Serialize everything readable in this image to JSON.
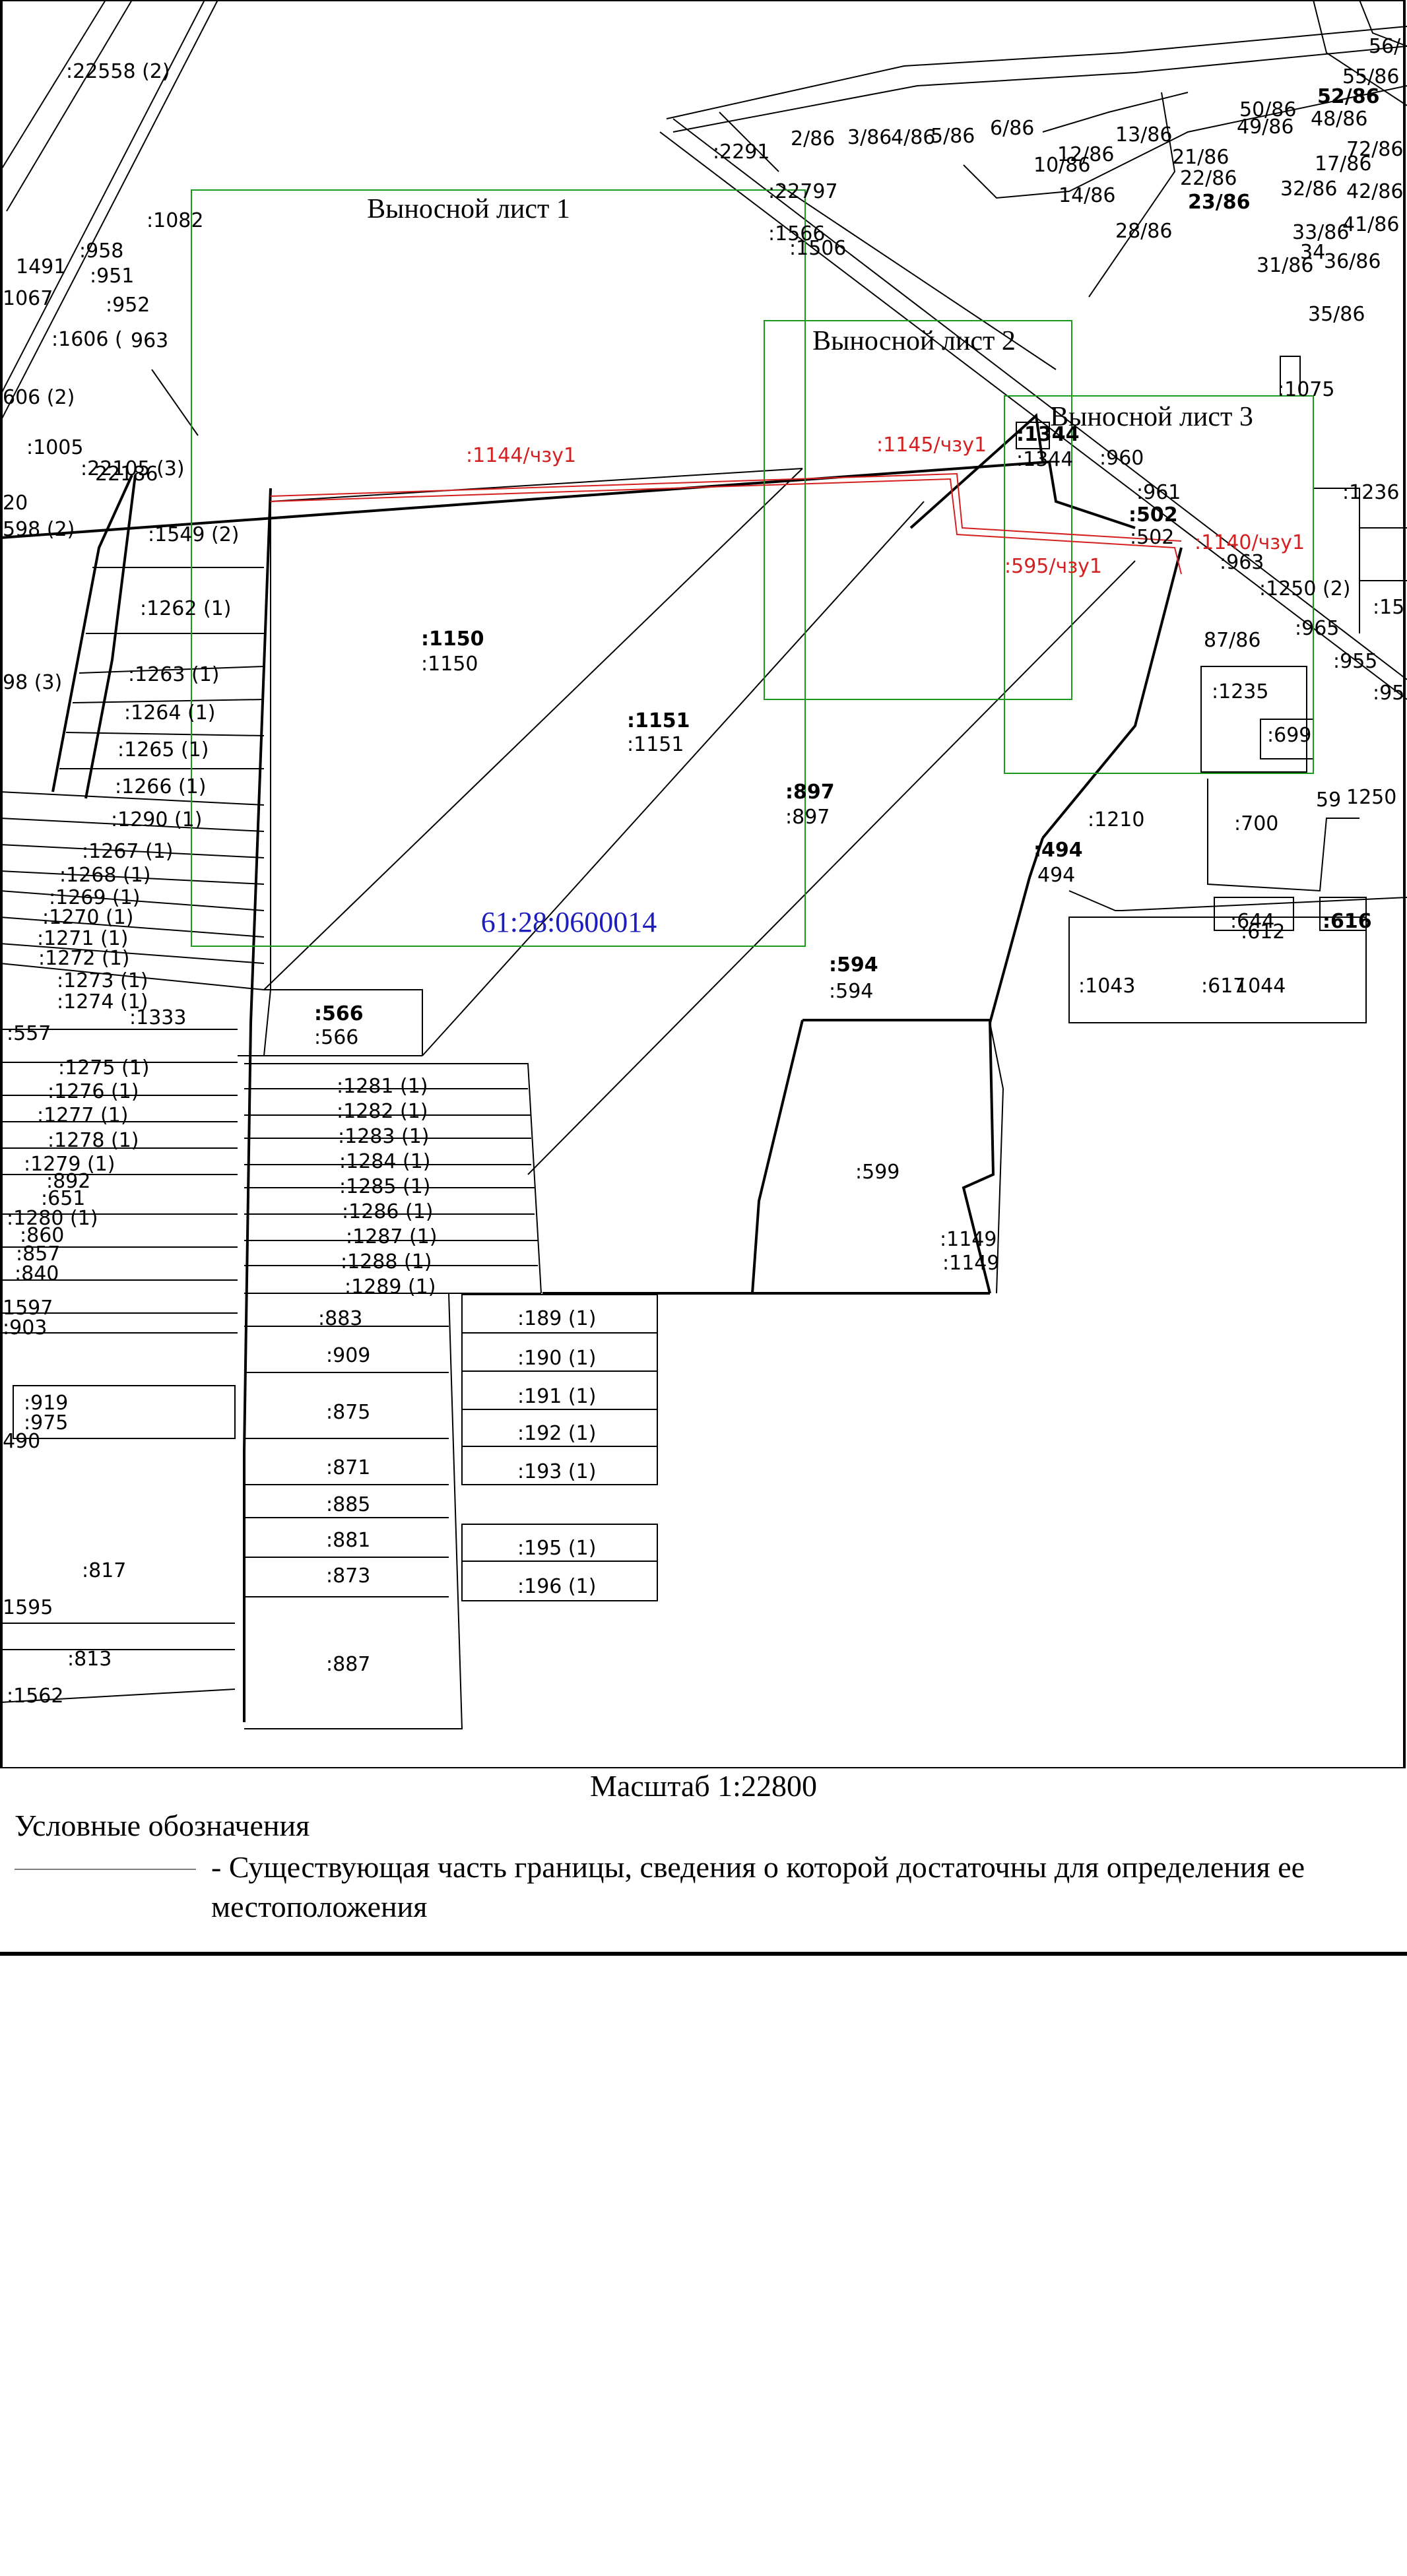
{
  "map": {
    "accent": "#1e1ebd",
    "cadastral_block": "61:28:0600014",
    "insets": {
      "sheet1": "Выносной лист 1",
      "sheet2": "Выносной лист 2",
      "sheet3": "Выносной лист 3"
    },
    "red_labels": {
      "l1144": ":1144/чзу1",
      "l1145": ":1145/чзу1",
      "l595": ":595/чзу1",
      "l1140": ":1140/чзу1"
    },
    "parcels": {
      "p1150a": ":1150",
      "p1150b": ":1150",
      "p1151a": ":1151",
      "p1151b": ":1151",
      "p897a": ":897",
      "p897b": ":897",
      "p594a": ":594",
      "p594b": ":594",
      "p566a": ":566",
      "p566b": ":566",
      "p599": ":599",
      "p1149a": ":1149",
      "p1149b": ":1149",
      "p1082": ":1082",
      "p22558": ":22558 (2)",
      "p1549": ":1549 (2)",
      "p1262": ":1262 (1)",
      "p1263": ":1263 (1)",
      "p1264": ":1264 (1)",
      "p1265": ":1265 (1)",
      "p1266": ":1266 (1)",
      "p1290": ":1290 (1)",
      "p1267": ":1267 (1)",
      "p1268": ":1268 (1)",
      "p1269": ":1269 (1)",
      "p1270": ":1270 (1)",
      "p1271": ":1271 (1)",
      "p1272": ":1272 (1)",
      "p1273": ":1273 (1)",
      "p1274": ":1274 (1)",
      "p1333": ":1333",
      "p557": ":557",
      "p1275": ":1275 (1)",
      "p1276": ":1276 (1)",
      "p1277": ":1277 (1)",
      "p1278": ":1278 (1)",
      "p1279": ":1279 (1)",
      "p892": ":892",
      "p651": ":651",
      "p1280": ":1280 (1)",
      "p860": ":860",
      "p857": ":857",
      "p840": ":840",
      "p1597": "1597",
      "p903": ":903",
      "p919": ":919",
      "p975": ":975",
      "p490": "490",
      "p817": ":817",
      "p1595": "1595",
      "p813": ":813",
      "p1562": ":1562",
      "p1281": ":1281 (1)",
      "p1282": ":1282 (1)",
      "p1283": ":1283 (1)",
      "p1284": ":1284 (1)",
      "p1285": ":1285 (1)",
      "p1286": ":1286 (1)",
      "p1287": ":1287 (1)",
      "p1288": ":1288 (1)",
      "p1289": ":1289 (1)",
      "p883": ":883",
      "p909": ":909",
      "p875": ":875",
      "p871": ":871",
      "p885": ":885",
      "p881": ":881",
      "p873": ":873",
      "p887": ":887",
      "p189": ":189 (1)",
      "p190": ":190 (1)",
      "p191": ":191 (1)",
      "p192": ":192 (1)",
      "p193": ":193 (1)",
      "p195": ":195 (1)",
      "p196": ":196 (1)",
      "p958": ":958",
      "p951": ":951",
      "p952": ":952",
      "p1606": ":1606 (",
      "p963a": "963",
      "p1491": "1491",
      "p1067": "1067",
      "p606": "606 (2)",
      "p1005": ":1005",
      "p22105": ":22105 (3)",
      "p598": "598 (2)",
      "p20": "20",
      "p98": "98 (3)",
      "p1344a": ":1344",
      "p1344b": ":1344",
      "p960": ":960",
      "p961": ":961",
      "p502a": ":502",
      "p502b": ":502",
      "p963": ":963",
      "p1236": ":1236",
      "p1250": ":1250 (2)",
      "p965": ":965",
      "p955": ":955",
      "p87_86": "87/86",
      "p1235": ":1235",
      "p699": ":699",
      "p1210": ":1210",
      "p700": ":700",
      "p59": "59",
      "p1250b": "1250",
      "p494a": ":494",
      "p494b": "494",
      "p644": ":644",
      "p612": ":612",
      "p616": ":616",
      "p1043": ":1043",
      "p617": ":617",
      "p1044": "1044",
      "p2291": ":2291",
      "p22797": ":22797",
      "p1566": ":1566",
      "p1506": ":1506",
      "p2_86": "2/86",
      "p3_86": "3/86",
      "p4_86": "4/86",
      "p5_86": "5/86",
      "p6_86": "6/86",
      "p13_86": "13/86",
      "p12_86": "12/86",
      "p10_86": "10/86",
      "p21_86": "21/86",
      "p22_86": "22/86",
      "p14_86": "14/86",
      "p28_86": "28/86",
      "p31_86": "31/86",
      "p35_86": "35/86",
      "p50_86": "50/86",
      "p49_86": "49/86",
      "p48_86": "48/86",
      "p56": "56/",
      "p55_86": "55/86",
      "p52_86": "52/86",
      "p17_86": "17/86",
      "p72_86": "72/86",
      "p32_86": "32/86",
      "p42_86": "42/86",
      "p41_86": "41/86",
      "p33_86": "33/86",
      "p36_86": "36/86",
      "p34": "34",
      "p15": ":15",
      "p95": ":95",
      "p1075": ":1075",
      "p2286": "22186",
      "p23_86": "23/86"
    }
  },
  "legend": {
    "scale": "Масштаб 1:22800",
    "title": "Условные обозначения",
    "item_desc": "- Существующая часть границы, сведения о которой достаточны для определения ее местоположения"
  }
}
